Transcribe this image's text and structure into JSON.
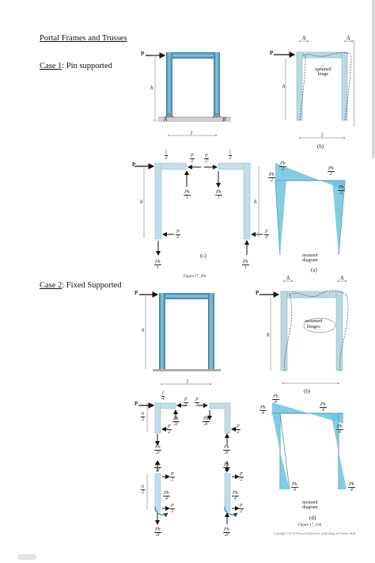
{
  "document": {
    "title": "Portal Frames and Trusses",
    "case1": {
      "label": "Case 1",
      "suffix": ": Pin supported"
    },
    "case2": {
      "label": "Case 2",
      "suffix": ": Fixed Supported"
    }
  },
  "labels": {
    "P": "P",
    "h": "h",
    "l": "l",
    "delta": "Δ",
    "A": "A",
    "B": "B",
    "assumed_hinge": "assumed\nhinge",
    "assumed_hinges": "assumed\nhinges",
    "moment_diagram": "moment\ndiagram",
    "b": "(b)",
    "c": "(c)",
    "a": "(a)",
    "d": "(d)"
  },
  "fractions": {
    "l2": {
      "num": "l",
      "den": "2"
    },
    "P2": {
      "num": "P",
      "den": "2"
    },
    "Phl": {
      "num": "Ph",
      "den": "l"
    },
    "Ph2": {
      "num": "Ph",
      "den": "2"
    },
    "l4": {
      "num": "l",
      "den": "4"
    },
    "h2": {
      "num": "h",
      "den": "2"
    },
    "Ph4": {
      "num": "Ph",
      "den": "4"
    },
    "Ph2l": {
      "num": "Ph",
      "den": "2l"
    }
  },
  "captions": {
    "fig1": "Figure 17_09c",
    "fig2": "Figure 17_10d",
    "copyright": "Copyright ©2014 Pearson Education, publishing as Prentice Hall"
  },
  "colors": {
    "member": "#9fc8d8",
    "member_dark": "#4a93b0",
    "diagram": "#5bbbd8",
    "ink": "#222222"
  }
}
